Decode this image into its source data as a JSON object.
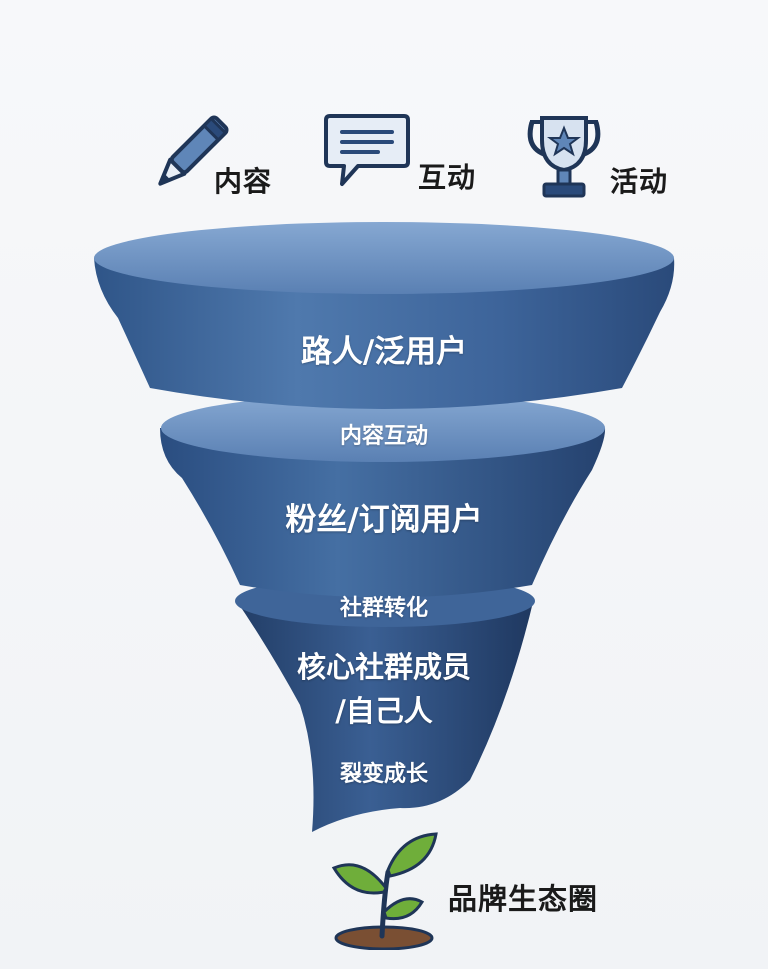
{
  "top_icons": [
    {
      "icon": "pen-icon",
      "label": "内容"
    },
    {
      "icon": "chat-bubble-icon",
      "label": "互动"
    },
    {
      "icon": "trophy-icon",
      "label": "活动"
    }
  ],
  "funnel": {
    "layer1": {
      "label": "路人/泛用户"
    },
    "transition1": "内容互动",
    "layer2": {
      "label": "粉丝/订阅用户"
    },
    "transition2": "社群转化",
    "layer3": {
      "label_line1": "核心社群成员",
      "label_line2": "/自己人"
    },
    "transition3": "裂变成长"
  },
  "bottom": {
    "icon": "sprout-icon",
    "label": "品牌生态圈"
  },
  "colors": {
    "funnel_light": "#5f86b8",
    "funnel_dark": "#2a4a7a",
    "leaf": "#6fae3a",
    "soil": "#7a4f33"
  }
}
